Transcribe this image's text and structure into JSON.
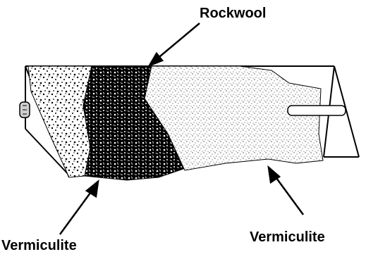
{
  "diagram": {
    "labels": {
      "top": "Rockwool",
      "bottom_left": "Vermiculite",
      "bottom_right": "Vermiculite"
    },
    "colors": {
      "outline": "#000000",
      "background": "#ffffff"
    }
  }
}
